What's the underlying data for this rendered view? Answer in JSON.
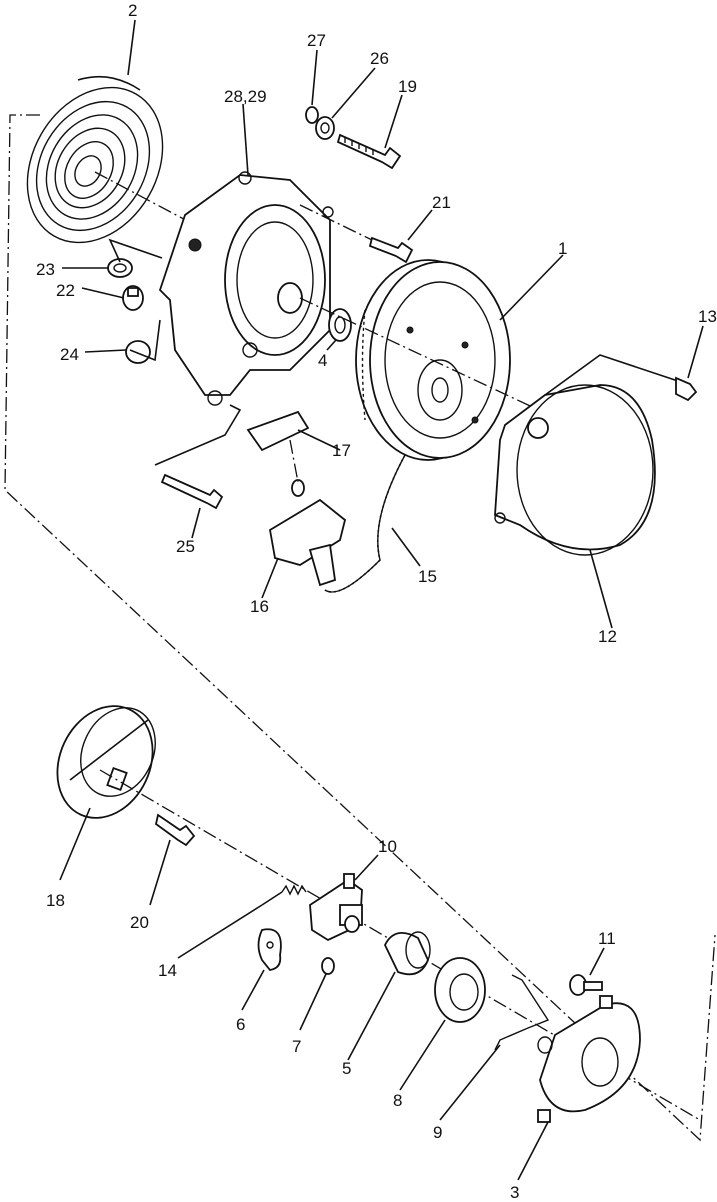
{
  "diagram": {
    "callouts": [
      {
        "id": "2",
        "text": "2"
      },
      {
        "id": "27",
        "text": "27"
      },
      {
        "id": "26",
        "text": "26"
      },
      {
        "id": "19",
        "text": "19"
      },
      {
        "id": "28-29",
        "text": "28,29"
      },
      {
        "id": "21",
        "text": "21"
      },
      {
        "id": "1",
        "text": "1"
      },
      {
        "id": "13",
        "text": "13"
      },
      {
        "id": "23",
        "text": "23"
      },
      {
        "id": "22",
        "text": "22"
      },
      {
        "id": "24",
        "text": "24"
      },
      {
        "id": "4",
        "text": "4"
      },
      {
        "id": "17",
        "text": "17"
      },
      {
        "id": "25",
        "text": "25"
      },
      {
        "id": "15",
        "text": "15"
      },
      {
        "id": "16",
        "text": "16"
      },
      {
        "id": "12",
        "text": "12"
      },
      {
        "id": "10",
        "text": "10"
      },
      {
        "id": "18",
        "text": "18"
      },
      {
        "id": "20",
        "text": "20"
      },
      {
        "id": "11",
        "text": "11"
      },
      {
        "id": "14",
        "text": "14"
      },
      {
        "id": "6",
        "text": "6"
      },
      {
        "id": "7",
        "text": "7"
      },
      {
        "id": "5",
        "text": "5"
      },
      {
        "id": "8",
        "text": "8"
      },
      {
        "id": "9",
        "text": "9"
      },
      {
        "id": "3",
        "text": "3"
      }
    ]
  }
}
